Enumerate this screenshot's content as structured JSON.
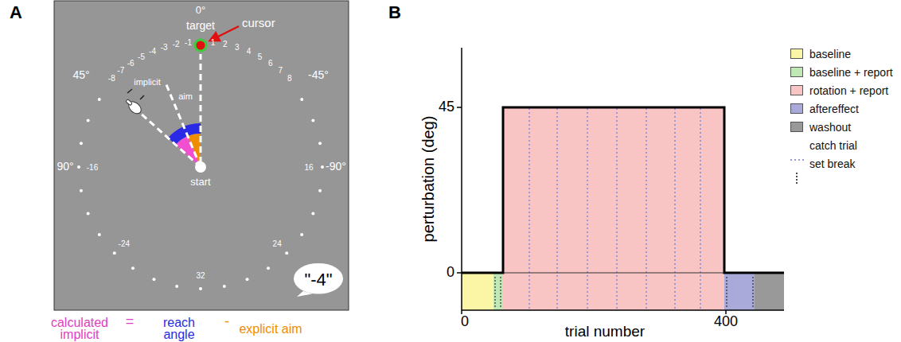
{
  "diagram": {
    "nodes": [
      {
        "text": [
          "\"-4\""
        ]
      }
    ],
    "labels": [
      "A",
      "0°",
      "target",
      "cursor",
      "45°",
      "-45°",
      "aim",
      "implicit",
      "90°",
      "-90°",
      "start",
      "-1",
      "-2",
      "-3",
      "-4",
      "-5",
      "-6",
      "-7",
      "-8",
      "1",
      "2",
      "3",
      "4",
      "5",
      "6",
      "7",
      "8",
      "-16",
      "16",
      "-24",
      "24",
      "32",
      "calculated implicit",
      "=",
      "reach angle",
      "-",
      "explicit aim",
      "B",
      "45",
      "0",
      "0",
      "400",
      "perturbation (deg)",
      "trial number"
    ],
    "legend": [
      {
        "text": "baseline",
        "color": "#fbf6a6"
      },
      {
        "text": "baseline + report",
        "color": "#bfe8b5"
      },
      {
        "text": "rotation + report",
        "color": "#f8c4c4"
      },
      {
        "text": "aftereffect",
        "color": "#a9a9da"
      },
      {
        "text": "washout",
        "color": "#999999"
      },
      {
        "text": "catch trial"
      },
      {
        "text": "set break"
      }
    ]
  }
}
